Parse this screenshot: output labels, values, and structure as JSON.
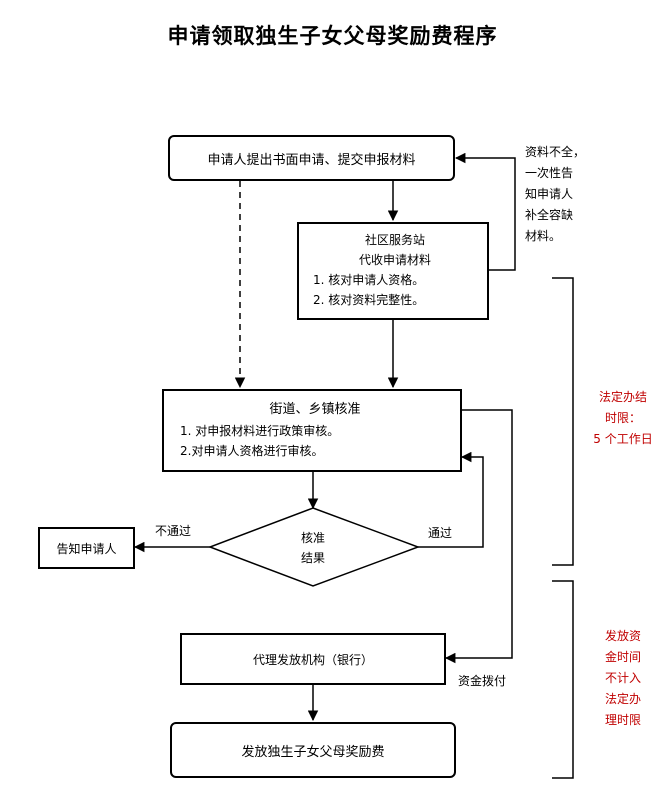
{
  "title": "申请领取独生子女父母奖励费程序",
  "nodes": {
    "apply": "申请人提出书面申请、提交申报材料",
    "community_title_1": "社区服务站",
    "community_title_2": "代收申请材料",
    "community_item_1": "1. 核对申请人资格。",
    "community_item_2": "2. 核对资料完整性。",
    "street_title": "街道、乡镇核准",
    "street_item_1": "1. 对申报材料进行政策审核。",
    "street_item_2": "2.对申请人资格进行审核。",
    "decision_line_1": "核准",
    "decision_line_2": "结果",
    "notify": "告知申请人",
    "bank": "代理发放机构（银行）",
    "issue": "发放独生子女父母奖励费"
  },
  "edge_labels": {
    "fail": "不通过",
    "pass": "通过",
    "funds": "资金拨付"
  },
  "side_note_lines": [
    "资料不全，",
    "一次性告",
    "知申请人",
    "补全容缺",
    "材料。"
  ],
  "brace_notes": {
    "top": [
      "法定办结",
      "时限：",
      "5 个工作日"
    ],
    "bottom": [
      "发放资",
      "金时间",
      "不计入",
      "法定办",
      "理时限"
    ]
  },
  "colors": {
    "note_red": "#c00000",
    "line": "#000000"
  }
}
